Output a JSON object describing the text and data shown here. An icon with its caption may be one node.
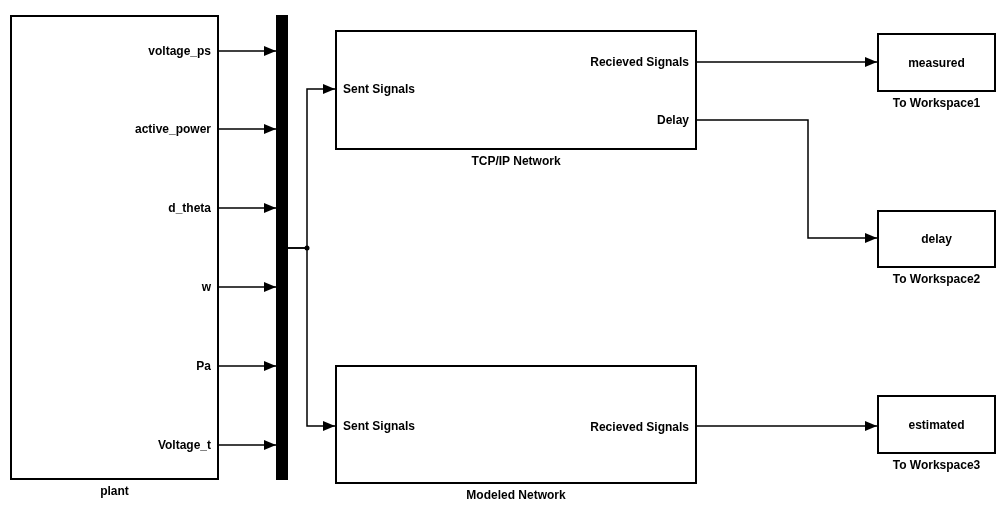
{
  "diagram": {
    "nodes": [
      {
        "text": [
          "voltage_ps",
          "active_power",
          "d_theta",
          "w",
          "Pa",
          "Voltage_t"
        ],
        "beside": [
          "plant"
        ]
      },
      {
        "text": [],
        "shape": "bar"
      },
      {
        "text": [
          "Sent Signals",
          "Recieved Signals",
          "Delay"
        ],
        "beside": [
          "TCP/IP Network"
        ]
      },
      {
        "text": [
          "Sent Signals",
          "Recieved Signals"
        ],
        "beside": [
          "Modeled Network"
        ]
      },
      {
        "text": [
          "measured"
        ],
        "beside": [
          "To Workspace1"
        ]
      },
      {
        "text": [
          "delay"
        ],
        "beside": [
          "To Workspace2"
        ]
      },
      {
        "text": [
          "estimated"
        ],
        "beside": [
          "To Workspace3"
        ]
      }
    ],
    "edges": [
      {
        "from": 0,
        "to": 1,
        "arrow": "to"
      },
      {
        "from": 0,
        "to": 1,
        "arrow": "to"
      },
      {
        "from": 0,
        "to": 1,
        "arrow": "to"
      },
      {
        "from": 0,
        "to": 1,
        "arrow": "to"
      },
      {
        "from": 0,
        "to": 1,
        "arrow": "to"
      },
      {
        "from": 0,
        "to": 1,
        "arrow": "to"
      },
      {
        "from": 1,
        "to": 2,
        "arrow": "to"
      },
      {
        "from": 1,
        "to": 3,
        "arrow": "to"
      },
      {
        "from": 2,
        "to": 4,
        "arrow": "to"
      },
      {
        "from": 2,
        "to": 5,
        "arrow": "to"
      },
      {
        "from": 3,
        "to": 6,
        "arrow": "to"
      }
    ]
  }
}
